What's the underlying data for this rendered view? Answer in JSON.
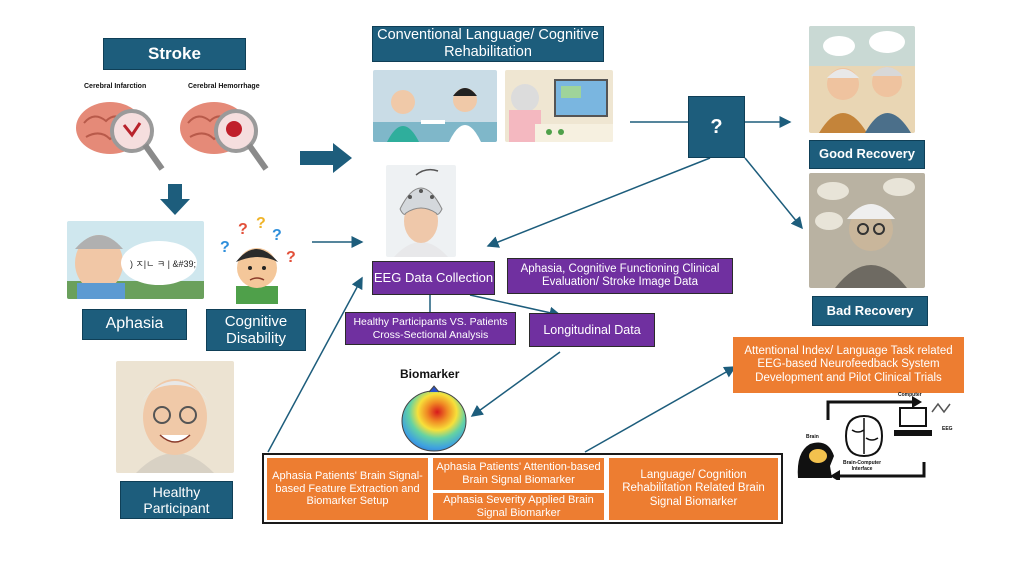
{
  "stroke": {
    "title": "Stroke",
    "cerebral_infarction": "Cerebral Infarction",
    "cerebral_hemorrhage": "Cerebral Hemorrhage"
  },
  "aphasia_speech": ") ㅈ|ㄴ ㅋ | &#39;",
  "aphasia": "Aphasia",
  "cognitive_disability": "Cognitive Disability",
  "healthy_participant": "Healthy Participant",
  "conventional_rehab": "Conventional Language/ Cognitive Rehabilitation",
  "question_mark": "?",
  "good_recovery": "Good Recovery",
  "bad_recovery": "Bad Recovery",
  "eeg_collection": "EEG Data Collection",
  "clinical_data": "Aphasia, Cognitive Functioning Clinical Evaluation/ Stroke Image Data",
  "cross_sectional": "Healthy Participants VS. Patients Cross-Sectional Analysis",
  "longitudinal": "Longitudinal Data",
  "biomarker": "Biomarker",
  "neurofeedback": "Attentional Index/ Language Task related EEG-based Neurofeedback System Development and Pilot Clinical Trials",
  "bci_labels": {
    "computer": "Computer",
    "eeg": "EEG",
    "brain": "Brain",
    "interface": "Brain-Computer Interface"
  },
  "biomarker_boxes": {
    "feature_extraction": "Aphasia Patients' Brain Signal-based Feature Extraction and Biomarker Setup",
    "attention_biomarker": "Aphasia Patients' Attention-based Brain Signal Biomarker",
    "severity_biomarker": "Aphasia Severity Applied Brain Signal Biomarker",
    "rehab_biomarker": "Language/ Cognition Rehabilitation Related Brain Signal Biomarker"
  }
}
